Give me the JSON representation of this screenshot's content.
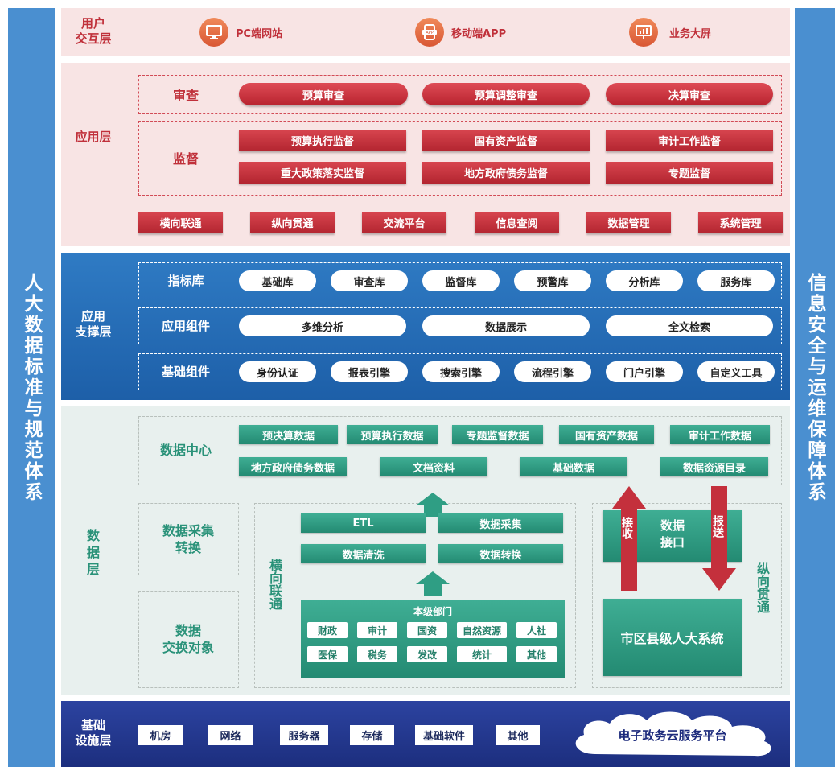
{
  "left_pillar": "人大数据标准与规范体系",
  "right_pillar": "信息安全与运维保障体系",
  "user_layer": {
    "label": "用户\n交互层",
    "items": [
      {
        "icon": "monitor-icon",
        "label": "PC端网站"
      },
      {
        "icon": "app-icon",
        "label": "移动端APP"
      },
      {
        "icon": "screen-icon",
        "label": "业务大屏"
      }
    ]
  },
  "app_layer": {
    "label": "应用层",
    "review": {
      "label": "审查",
      "items": [
        "预算审查",
        "预算调整审查",
        "决算审查"
      ]
    },
    "supervise": {
      "label": "监督",
      "items": [
        "预算执行监督",
        "国有资产监督",
        "审计工作监督",
        "重大政策落实监督",
        "地方政府债务监督",
        "专题监督"
      ]
    },
    "bottom": [
      "横向联通",
      "纵向贯通",
      "交流平台",
      "信息查阅",
      "数据管理",
      "系统管理"
    ]
  },
  "support_layer": {
    "label": "应用\n支撑层",
    "indicator": {
      "label": "指标库",
      "items": [
        "基础库",
        "审查库",
        "监督库",
        "预警库",
        "分析库",
        "服务库"
      ]
    },
    "app_components": {
      "label": "应用组件",
      "items": [
        "多维分析",
        "数据展示",
        "全文检索"
      ]
    },
    "base_components": {
      "label": "基础组件",
      "items": [
        "身份认证",
        "报表引擎",
        "搜索引擎",
        "流程引擎",
        "门户引擎",
        "自定义工具"
      ]
    }
  },
  "data_layer": {
    "label": "数\n据\n层",
    "data_center": {
      "label": "数据中心",
      "row1": [
        "预决算数据",
        "预算执行数据",
        "专题监督数据",
        "国有资产数据",
        "审计工作数据"
      ],
      "row2": [
        "地方政府债务数据",
        "文档资料",
        "基础数据",
        "数据资源目录"
      ]
    },
    "collect_label": "数据采集\n转换",
    "exchange_label": "数据\n交换对象",
    "horizontal_label": "横向联通",
    "vertical_label": "纵向贯通",
    "process": [
      "ETL",
      "数据采集",
      "数据清洗",
      "数据转换"
    ],
    "dept_title": "本级部门",
    "depts": [
      "财政",
      "审计",
      "国资",
      "自然资源",
      "人社",
      "医保",
      "税务",
      "发改",
      "统计",
      "其他"
    ],
    "interface": "数据\n接口",
    "receive": "接收",
    "report": "报送",
    "city_system": "市区县级人大系统"
  },
  "infra_layer": {
    "label": "基础\n设施层",
    "items": [
      "机房",
      "网络",
      "服务器",
      "存储",
      "基础软件",
      "其他"
    ],
    "cloud": "电子政务云服务平台"
  }
}
